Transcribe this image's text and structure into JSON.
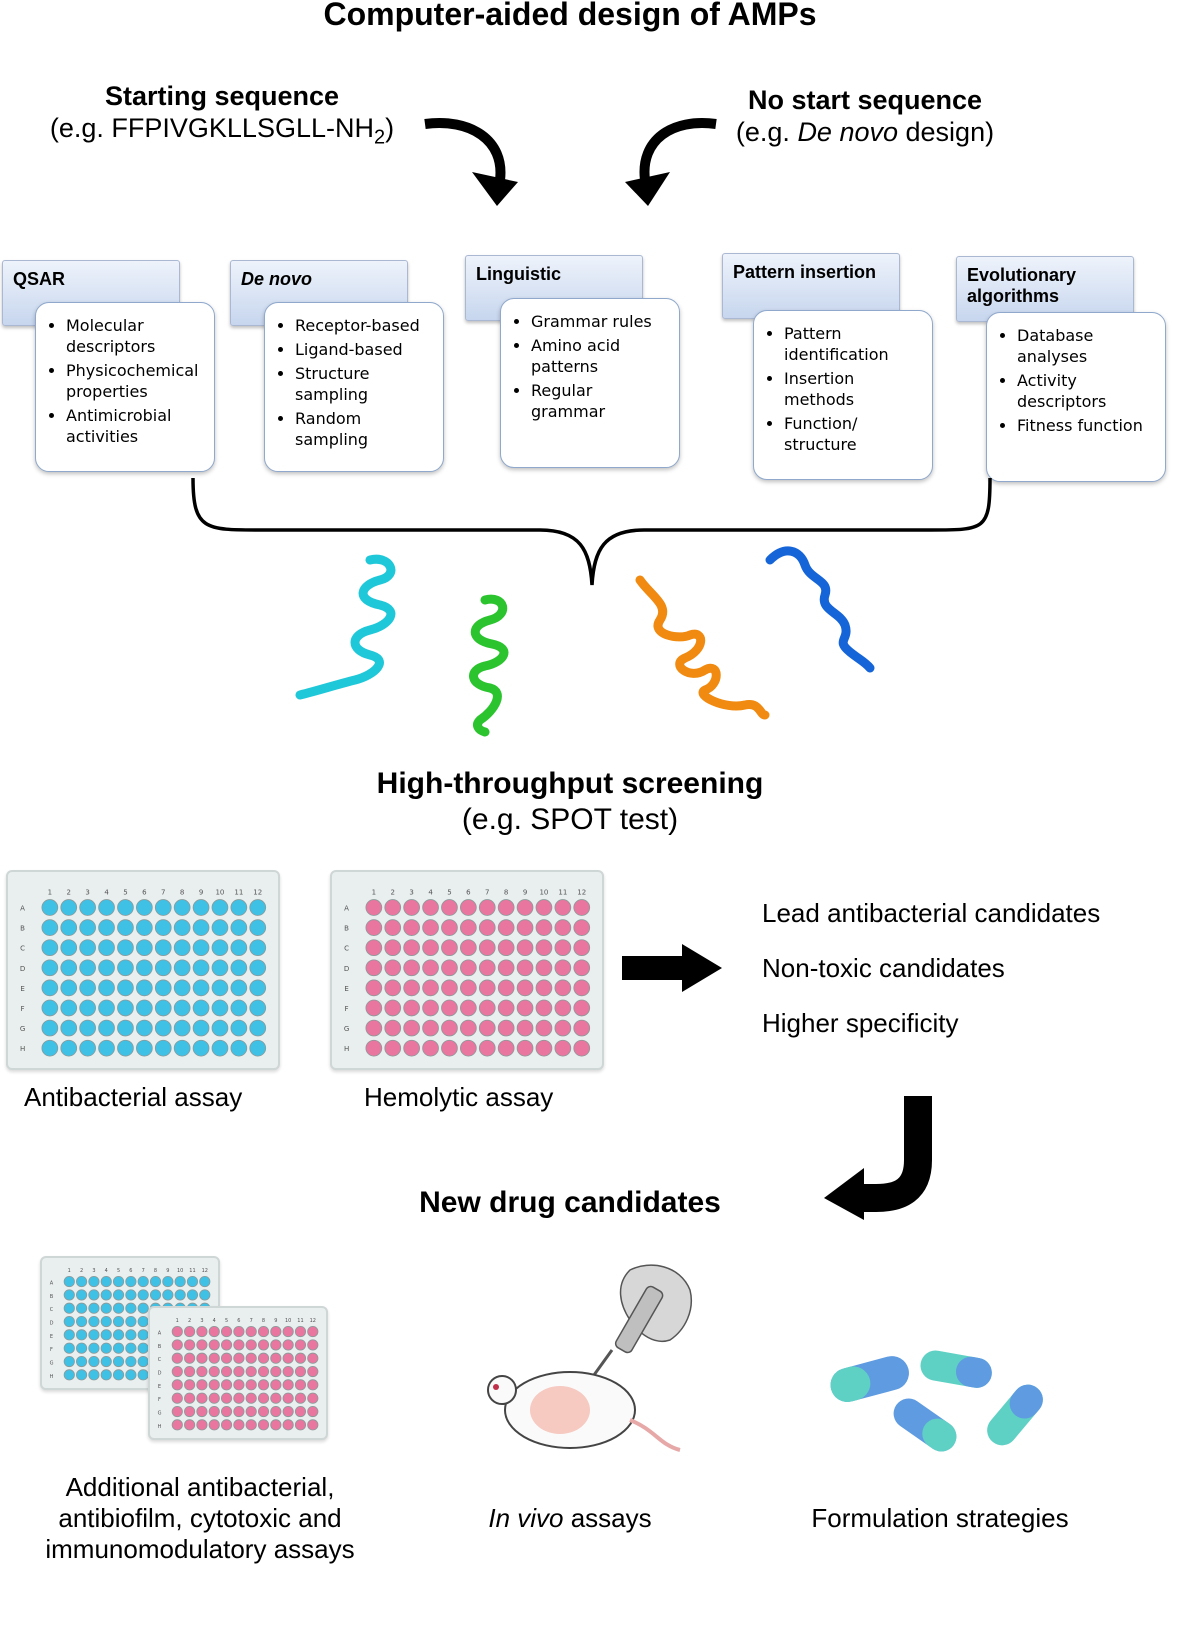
{
  "title": "Computer-aided design of AMPs",
  "start": {
    "heading": "Starting sequence",
    "example_prefix": "(e.g. FFPIVGKLLSGLL-NH",
    "example_subscript": "2",
    "example_suffix": ")"
  },
  "nostart": {
    "heading": "No start sequence",
    "example_prefix": "(e.g. ",
    "example_italic": "De novo",
    "example_suffix": " design)"
  },
  "methods": [
    {
      "name": "QSAR",
      "items": [
        "Molecular descriptors",
        "Physicochemical properties",
        "Antimicrobial activities"
      ]
    },
    {
      "name": "De novo",
      "items": [
        "Receptor-based",
        "Ligand-based",
        "Structure sampling",
        "Random sampling"
      ]
    },
    {
      "name": "Linguistic",
      "items": [
        "Grammar rules",
        "Amino acid patterns",
        "Regular grammar"
      ]
    },
    {
      "name": "Pattern insertion",
      "items": [
        "Pattern identification",
        "Insertion methods",
        "Function/ structure"
      ]
    },
    {
      "name": "Evolutionary algorithms",
      "items": [
        "Database analyses",
        "Activity descriptors",
        "Fitness function"
      ]
    }
  ],
  "screening": {
    "heading": "High-throughput screening",
    "example": "(e.g. SPOT test)"
  },
  "assays": {
    "antibacterial": "Antibacterial assay",
    "hemolytic": "Hemolytic assay",
    "plate_columns": [
      "1",
      "2",
      "3",
      "4",
      "5",
      "6",
      "7",
      "8",
      "9",
      "10",
      "11",
      "12"
    ],
    "plate_rows": [
      "A",
      "B",
      "C",
      "D",
      "E",
      "F",
      "G",
      "H"
    ]
  },
  "outcomes": [
    "Lead antibacterial candidates",
    "Non-toxic candidates",
    "Higher specificity"
  ],
  "new_drug": {
    "heading": "New drug candidates",
    "additional": [
      "Additional antibacterial,",
      "antibiofilm, cytotoxic and",
      "immunomodulatory assays"
    ],
    "invivo_italic": "In vivo",
    "invivo_rest": " assays",
    "formulation": "Formulation strategies"
  },
  "colors": {
    "cyan_well": "#3fc1e6",
    "pink_well": "#e9769f",
    "helix_cyan": "#1fc8d8",
    "helix_green": "#2bc42f",
    "helix_orange": "#f08a10",
    "helix_blue": "#1565d8"
  }
}
